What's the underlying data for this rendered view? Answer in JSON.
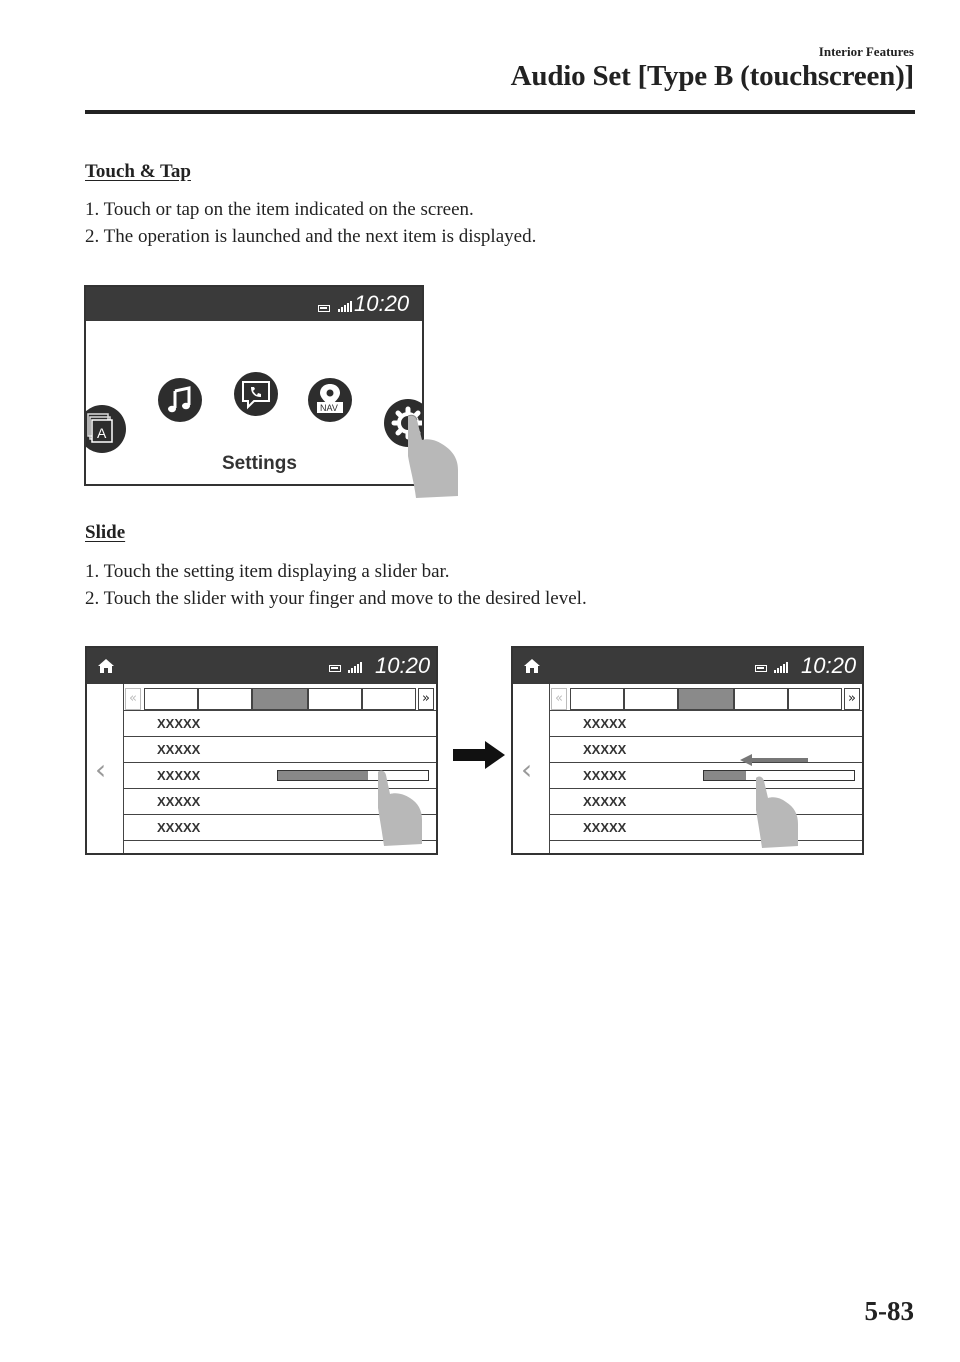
{
  "header": {
    "section": "Interior Features",
    "title": "Audio Set [Type B (touchscreen)]"
  },
  "touch_tap": {
    "heading": "Touch & Tap",
    "steps": [
      "1.  Touch or tap on the item indicated on the screen.",
      "2.  The operation is launched and the next item is displayed."
    ],
    "screen": {
      "time": "10:20",
      "label": "Settings",
      "icons": [
        "app-list-icon",
        "music-icon",
        "phone-icon",
        "navigation-icon",
        "settings-icon"
      ],
      "app_badge": "A",
      "nav_badge": "NAV"
    }
  },
  "slide": {
    "heading": "Slide",
    "steps": [
      "1.  Touch the setting item displaying a slider bar.",
      "2.  Touch the slider with your finger and move to the desired level."
    ],
    "screen_before": {
      "time": "10:20",
      "rows": [
        "XXXXX",
        "XXXXX",
        "XXXXX",
        "XXXXX",
        "XXXXX"
      ],
      "slider_level": 0.6
    },
    "screen_after": {
      "time": "10:20",
      "rows": [
        "XXXXX",
        "XXXXX",
        "XXXXX",
        "XXXXX",
        "XXXXX"
      ],
      "slider_level": 0.28
    }
  },
  "page_number": "5-83",
  "colors": {
    "screen_bar": "#3a3a3a",
    "slider_fill": "#888888",
    "finger": "#b8b8b8"
  }
}
